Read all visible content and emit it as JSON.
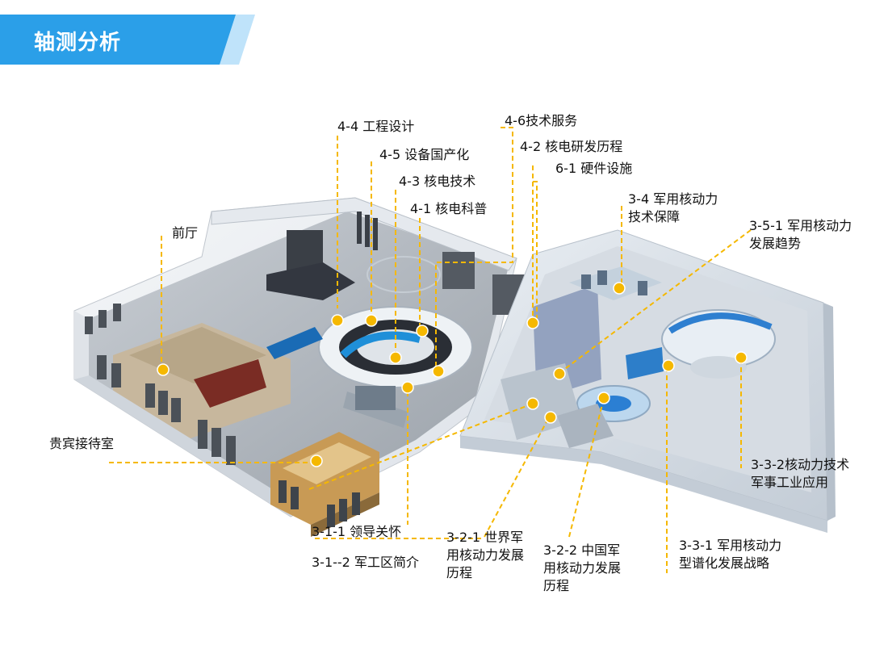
{
  "header": {
    "title": "轴测分析"
  },
  "colors": {
    "accent": "#f5b800",
    "banner": "#2b9fe8",
    "banner_light": "#bfe3fa"
  },
  "labels": {
    "l44": "4-4 工程设计",
    "l45": "4-5 设备国产化",
    "l43": "4-3 核电技术",
    "l41": "4-1 核电科普",
    "l46": "4-6技术服务",
    "l42": "4-2 核电研发历程",
    "l61": "6-1 硬件设施",
    "l34": "3-4 军用核动力\n技术保障",
    "l351": "3-5-1 军用核动力\n发展趋势",
    "qianting": "前厅",
    "guibin": "贵宾接待室",
    "l311": "3-1-1 领导关怀",
    "l312": "3-1--2 军工区简介",
    "l321": "3-2-1 世界军\n用核动力发展\n历程",
    "l322": "3-2-2 中国军\n用核动力发展\n历程",
    "l331": "3-3-1 军用核动力\n型谱化发展战略",
    "l332": "3-3-2核动力技术\n军事工业应用"
  }
}
